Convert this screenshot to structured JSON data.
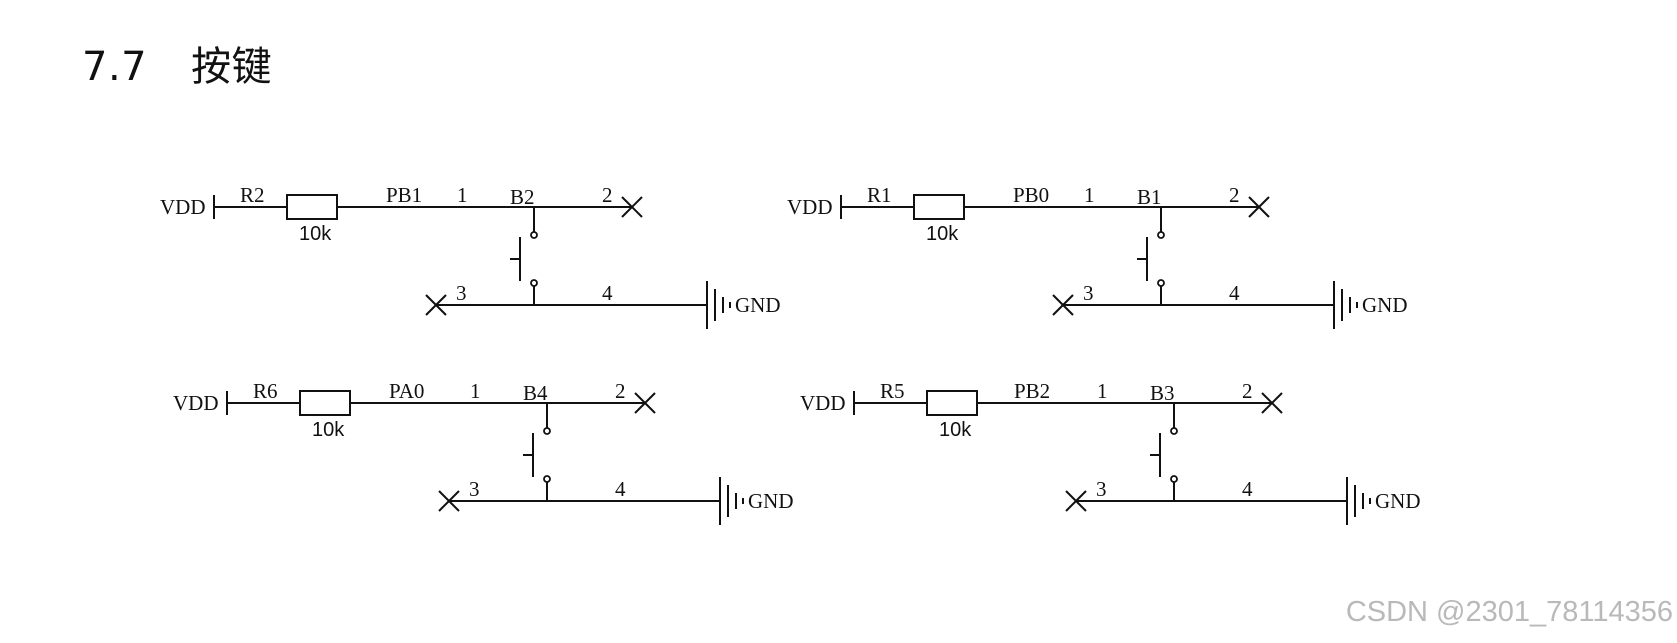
{
  "section": {
    "number": "7.7",
    "title": "按键"
  },
  "circuits": [
    {
      "vdd": "VDD",
      "resistor": "R2",
      "value": "10k",
      "net": "PB1",
      "pin1": "1",
      "button": "B2",
      "pin2": "2",
      "pin3": "3",
      "pin4": "4",
      "gnd": "GND"
    },
    {
      "vdd": "VDD",
      "resistor": "R1",
      "value": "10k",
      "net": "PB0",
      "pin1": "1",
      "button": "B1",
      "pin2": "2",
      "pin3": "3",
      "pin4": "4",
      "gnd": "GND"
    },
    {
      "vdd": "VDD",
      "resistor": "R6",
      "value": "10k",
      "net": "PA0",
      "pin1": "1",
      "button": "B4",
      "pin2": "2",
      "pin3": "3",
      "pin4": "4",
      "gnd": "GND"
    },
    {
      "vdd": "VDD",
      "resistor": "R5",
      "value": "10k",
      "net": "PB2",
      "pin1": "1",
      "button": "B3",
      "pin2": "2",
      "pin3": "3",
      "pin4": "4",
      "gnd": "GND"
    }
  ],
  "watermark": "CSDN @2301_78114356"
}
